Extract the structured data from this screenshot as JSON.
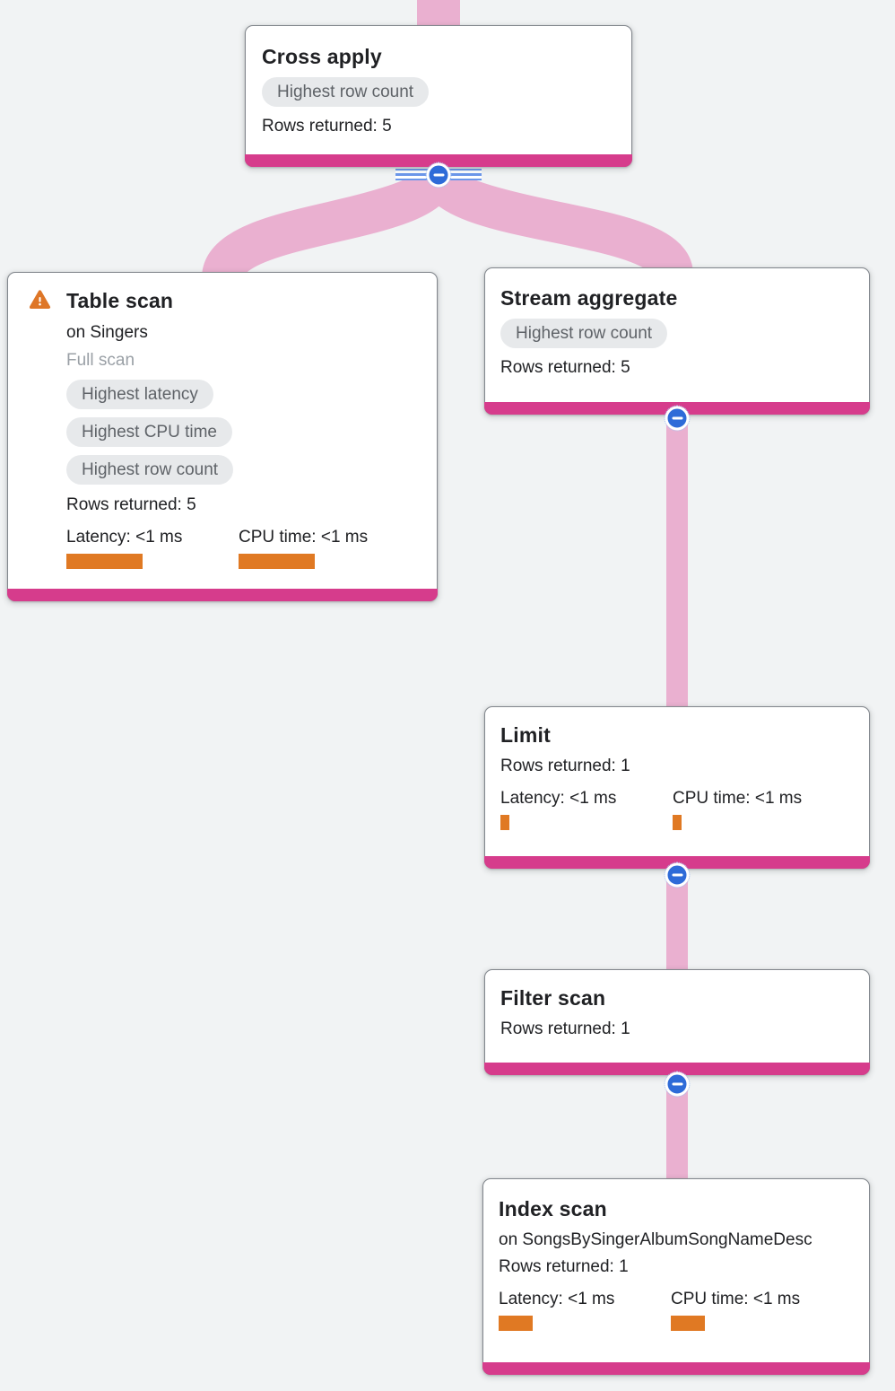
{
  "colors": {
    "background": "#F1F3F4",
    "card_border": "#82878D",
    "accent_pink": "#D63C8C",
    "link_pink": "#EAB0D0",
    "collapse_blue": "#2E6BD8",
    "badge_bg": "#E7E9EB",
    "badge_text": "#5F6368",
    "metric_orange": "#E07923",
    "warning_orange": "#DE7627",
    "muted_text": "#9AA0A6"
  },
  "icons": {
    "collapse": "minus-circle",
    "warning": "warning-triangle"
  },
  "nodes": {
    "cross_apply": {
      "title": "Cross apply",
      "badge": "Highest row count",
      "rows": "Rows returned: 5"
    },
    "table_scan": {
      "title": "Table scan",
      "subtitle": "on Singers",
      "scan_type": "Full scan",
      "badges": [
        "Highest latency",
        "Highest CPU time",
        "Highest row count"
      ],
      "rows": "Rows returned: 5",
      "latency_label": "Latency: <1 ms",
      "cpu_label": "CPU time: <1 ms",
      "latency_bar": "85px",
      "cpu_bar": "85px"
    },
    "stream_aggregate": {
      "title": "Stream aggregate",
      "badge": "Highest row count",
      "rows": "Rows returned: 5"
    },
    "limit": {
      "title": "Limit",
      "rows": "Rows returned: 1",
      "latency_label": "Latency: <1 ms",
      "cpu_label": "CPU time: <1 ms",
      "latency_bar": "10px",
      "cpu_bar": "10px"
    },
    "filter_scan": {
      "title": "Filter scan",
      "rows": "Rows returned: 1"
    },
    "index_scan": {
      "title": "Index scan",
      "subtitle": "on SongsBySingerAlbumSongNameDesc",
      "rows": "Rows returned: 1",
      "latency_label": "Latency: <1 ms",
      "cpu_label": "CPU time: <1 ms",
      "latency_bar": "38px",
      "cpu_bar": "38px"
    }
  }
}
